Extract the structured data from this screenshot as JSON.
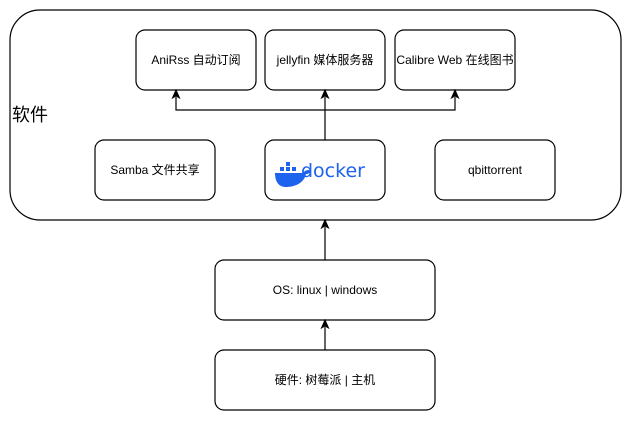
{
  "diagram": {
    "group_label": "软件",
    "nodes": {
      "anirss": "AniRss 自动订阅",
      "jellyfin": "jellyfin 媒体服务器",
      "calibre": "Calibre Web 在线图书",
      "samba": "Samba 文件共享",
      "docker": "docker",
      "qbittorrent": "qbittorrent",
      "os": "OS: linux | windows",
      "hardware": "硬件: 树莓派 | 主机"
    },
    "edges": [
      {
        "from": "hardware",
        "to": "os"
      },
      {
        "from": "os",
        "to": "software-group"
      },
      {
        "from": "docker",
        "to": "anirss"
      },
      {
        "from": "docker",
        "to": "jellyfin"
      },
      {
        "from": "docker",
        "to": "calibre"
      }
    ],
    "colors": {
      "docker_brand": "#1d63ed",
      "stroke": "#000000",
      "background": "#ffffff"
    },
    "icons": {
      "docker": "docker-whale-icon"
    }
  }
}
